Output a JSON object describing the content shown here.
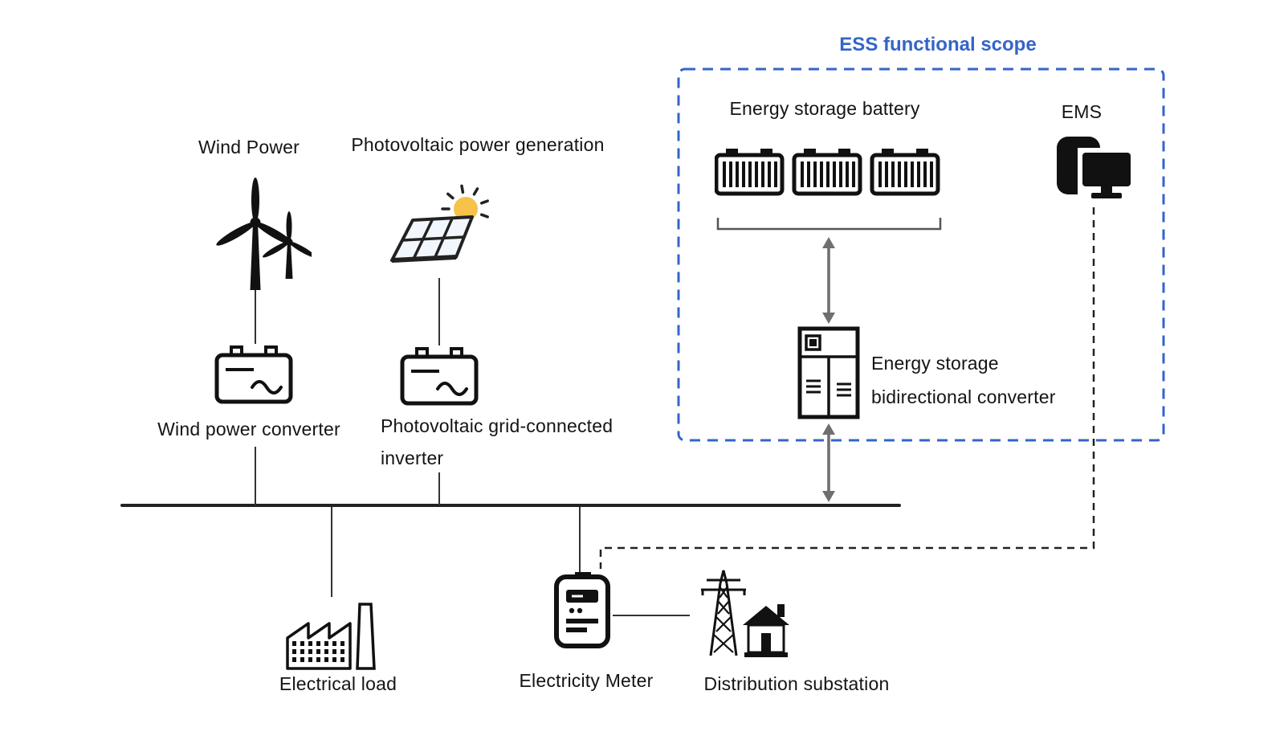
{
  "colors": {
    "accent": "#3564c9",
    "line": "#333333",
    "arrow": "#6f6f6f"
  },
  "ess": {
    "title": "ESS functional scope",
    "battery_label": "Energy storage battery",
    "ems_label": "EMS",
    "converter_label_line1": "Energy storage",
    "converter_label_line2": "bidirectional converter"
  },
  "sources": {
    "wind_label": "Wind Power",
    "wind_converter_label": "Wind power converter",
    "pv_label": "Photovoltaic power generation",
    "pv_inverter_label_line1": "Photovoltaic grid-connected",
    "pv_inverter_label_line2": "inverter"
  },
  "grid": {
    "load_label": "Electrical load",
    "meter_label": "Electricity Meter",
    "substation_label": "Distribution substation"
  }
}
